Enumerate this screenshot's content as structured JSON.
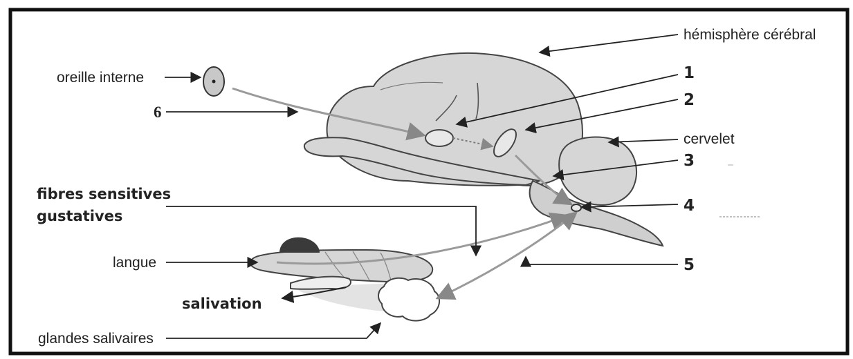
{
  "labels": {
    "hemisphere": "hémisphère cérébral",
    "inner_ear": "oreille interne",
    "cerebellum": "cervelet",
    "sensory_fibres_line1": "fibres sensitives",
    "sensory_fibres_line2": "gustatives",
    "tongue": "langue",
    "salivation": "salivation",
    "salivary_glands": "glandes salivaires"
  },
  "numbers": {
    "n1": "1",
    "n2": "2",
    "n3": "3",
    "n4": "4",
    "n5": "5",
    "n6": "6"
  },
  "colors": {
    "frame": "#111111",
    "brain_fill": "#d6d6d6",
    "brain_stroke": "#444444",
    "pathway": "#9a9a9a",
    "tongue_dark": "#3a3a3a",
    "leader_line": "#222222"
  }
}
